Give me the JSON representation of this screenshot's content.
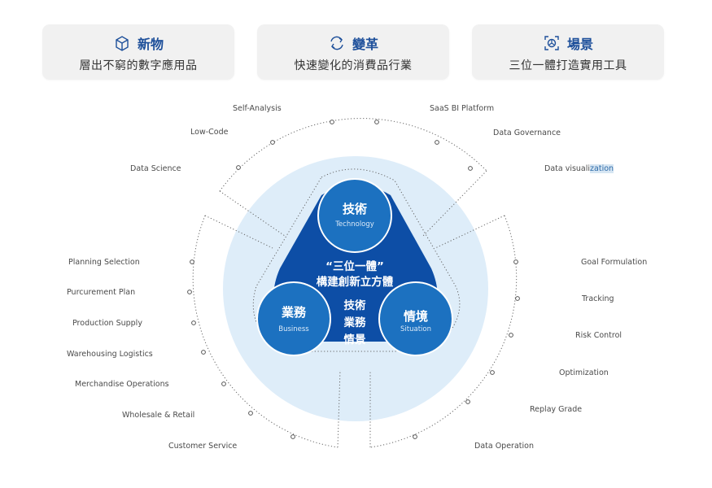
{
  "cards": [
    {
      "icon": "product-box-icon",
      "title": "新物",
      "subtitle": "層出不窮的數字應用品"
    },
    {
      "icon": "transform-arrows-icon",
      "title": "變革",
      "subtitle": "快速變化的消費品行業"
    },
    {
      "icon": "scene-frame-icon",
      "title": "場景",
      "subtitle": "三位一體打造實用工具"
    }
  ],
  "core": {
    "line1": "“三位一體”",
    "line2": "構建創新立方體",
    "center_words": [
      "技術",
      "業務",
      "情景"
    ]
  },
  "nodes": {
    "technology": {
      "zh": "技術",
      "en": "Technology"
    },
    "business": {
      "zh": "業務",
      "en": "Business"
    },
    "situation": {
      "zh": "情境",
      "en": "Situation"
    }
  },
  "technology_items": [
    "Self-Analysis",
    "Low-Code",
    "Data Science",
    "SaaS BI Platform",
    "Data Governance"
  ],
  "visualization_item": {
    "prefix": "Data visuali",
    "highlight": "zation"
  },
  "business_items": [
    "Planning Selection",
    "Purcurement Plan",
    "Production Supply",
    "Warehousing Logistics",
    "Merchandise Operations",
    "Wholesale & Retail",
    "Customer Service"
  ],
  "situation_items": [
    "Goal Formulation",
    "Tracking",
    "Risk Control",
    "Optimization",
    "Replay Grade",
    "Data Operation"
  ],
  "colors": {
    "brand": "#1d4f9a",
    "core": "#0d4ea6",
    "node": "#1c71c0",
    "halo": "#deedf9"
  }
}
